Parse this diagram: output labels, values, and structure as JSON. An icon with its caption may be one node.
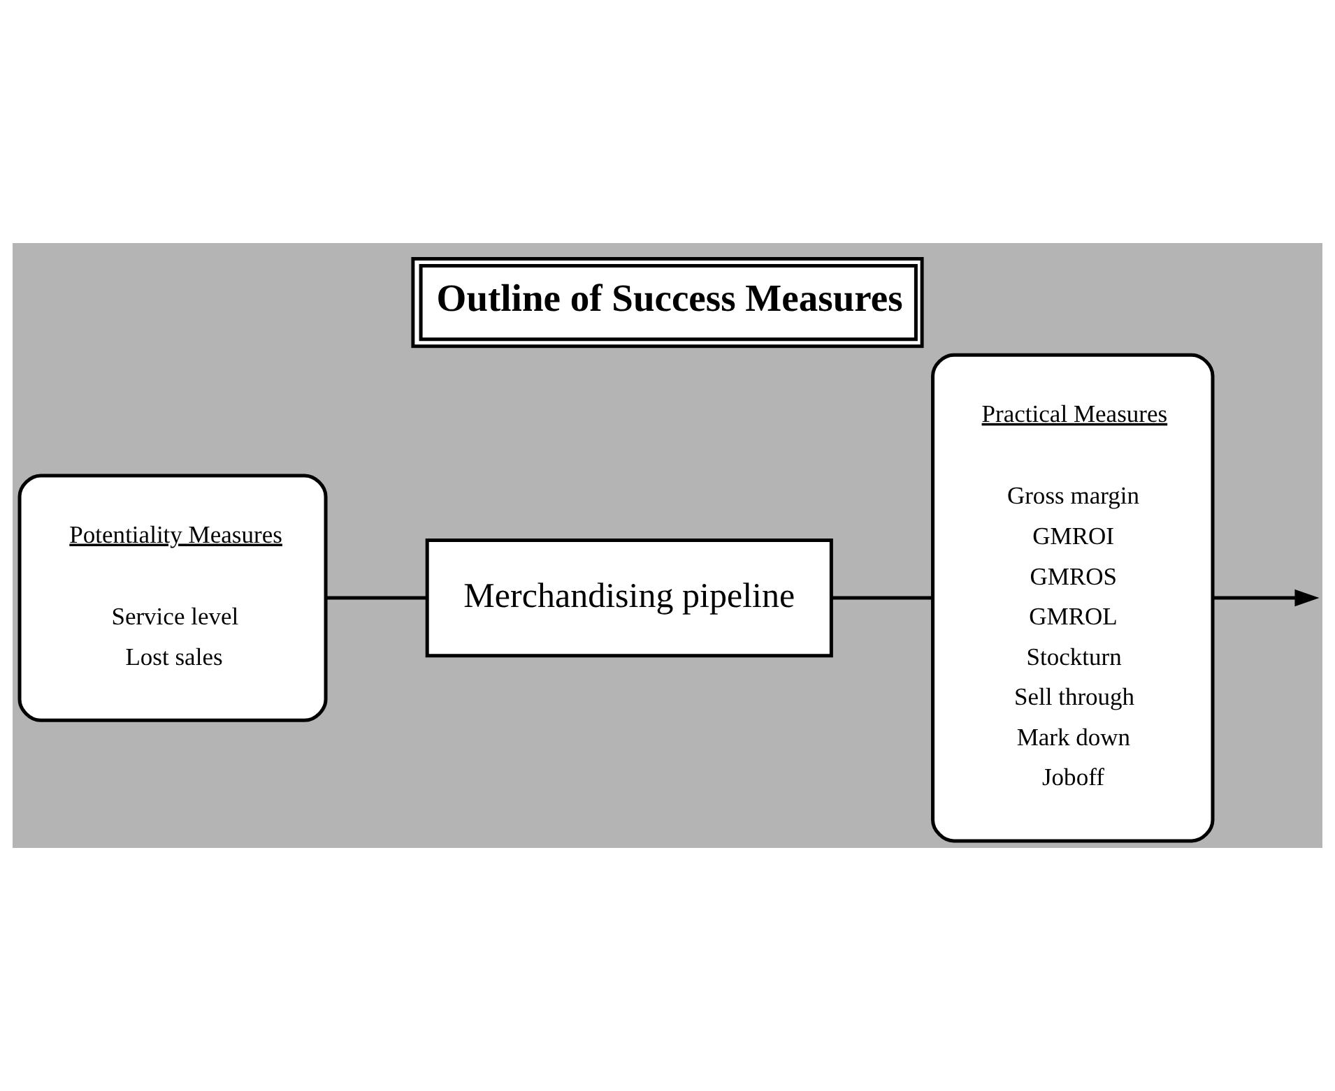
{
  "diagram": {
    "title": "Outline of Success Measures",
    "nodes": [
      {
        "text": [
          "Potentiality Measures",
          "Service level",
          "Lost sales"
        ]
      },
      {
        "text": [
          "Merchandising pipeline"
        ]
      },
      {
        "text": [
          "Practical Measures",
          "Gross margin",
          "GMROI",
          "GMROS",
          "GMROL",
          "Stockturn",
          "Sell through",
          "Mark down",
          "Joboff"
        ]
      }
    ],
    "edges": [
      {
        "from": 0,
        "to": 1,
        "arrow": "none"
      },
      {
        "from": 1,
        "to": 2,
        "arrow": "none"
      },
      {
        "from": 2,
        "to": null,
        "arrow": "to"
      }
    ]
  }
}
